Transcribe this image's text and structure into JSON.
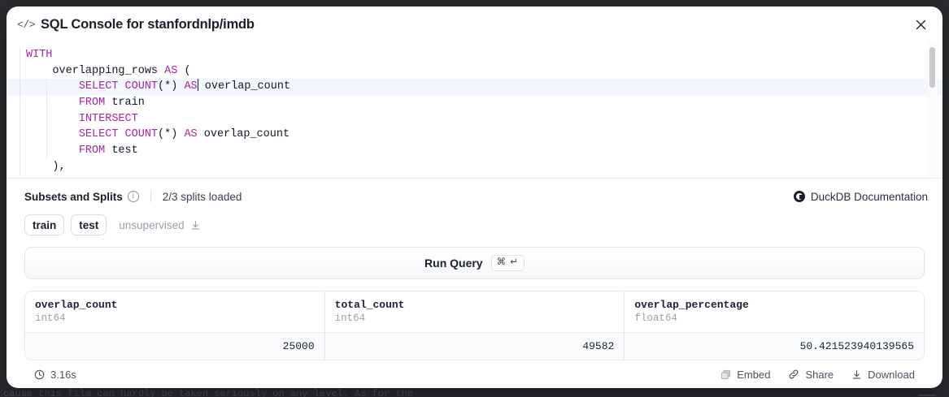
{
  "backdrop": {
    "text": "cause this film can hardly be taken seriously on any level.  As for the"
  },
  "modal": {
    "icon": "code-brackets-icon",
    "title": "SQL Console for stanfordnlp/imdb",
    "close_label": "×"
  },
  "editor": {
    "lines": [
      {
        "indent": 0,
        "parts": [
          {
            "t": "WITH",
            "kw": true
          }
        ]
      },
      {
        "indent": 1,
        "parts": [
          {
            "t": "overlapping_rows "
          },
          {
            "t": "AS",
            "kw": true
          },
          {
            "t": " ("
          }
        ]
      },
      {
        "indent": 2,
        "active": true,
        "caret_after": true,
        "parts": [
          {
            "t": "SELECT COUNT",
            "kw": true
          },
          {
            "t": "(*) "
          },
          {
            "t": "AS",
            "kw": true
          },
          {
            "t": " overlap_count"
          }
        ]
      },
      {
        "indent": 2,
        "parts": [
          {
            "t": "FROM",
            "kw": true
          },
          {
            "t": " train"
          }
        ]
      },
      {
        "indent": 2,
        "parts": [
          {
            "t": "INTERSECT",
            "kw": true
          }
        ]
      },
      {
        "indent": 2,
        "parts": [
          {
            "t": "SELECT COUNT",
            "kw": true
          },
          {
            "t": "(*) "
          },
          {
            "t": "AS",
            "kw": true
          },
          {
            "t": " overlap_count"
          }
        ]
      },
      {
        "indent": 2,
        "parts": [
          {
            "t": "FROM",
            "kw": true
          },
          {
            "t": " test"
          }
        ]
      },
      {
        "indent": 1,
        "parts": [
          {
            "t": "),"
          }
        ]
      }
    ],
    "keyword_color": "#a626a4",
    "active_line_color": "#f2f7fd"
  },
  "splits": {
    "label": "Subsets and Splits",
    "info_icon": "info-icon",
    "loaded_status": "2/3 splits loaded",
    "duckdb_link": "DuckDB Documentation",
    "pills": [
      {
        "name": "train",
        "muted": false
      },
      {
        "name": "test",
        "muted": false
      },
      {
        "name": "unsupervised",
        "muted": true,
        "icon": "download-icon"
      }
    ]
  },
  "run_query": {
    "label": "Run Query",
    "shortcut": "⌘ ↵"
  },
  "results": {
    "columns": [
      {
        "name": "overlap_count",
        "type": "int64"
      },
      {
        "name": "total_count",
        "type": "int64"
      },
      {
        "name": "overlap_percentage",
        "type": "float64"
      }
    ],
    "rows": [
      [
        "25000",
        "49582",
        "50.421523940139565"
      ]
    ]
  },
  "footer": {
    "time_icon": "clock-icon",
    "exec_time": "3.16s",
    "actions": [
      {
        "label": "Embed",
        "icon": "copy-icon"
      },
      {
        "label": "Share",
        "icon": "link-icon"
      },
      {
        "label": "Download",
        "icon": "download-icon"
      }
    ]
  }
}
